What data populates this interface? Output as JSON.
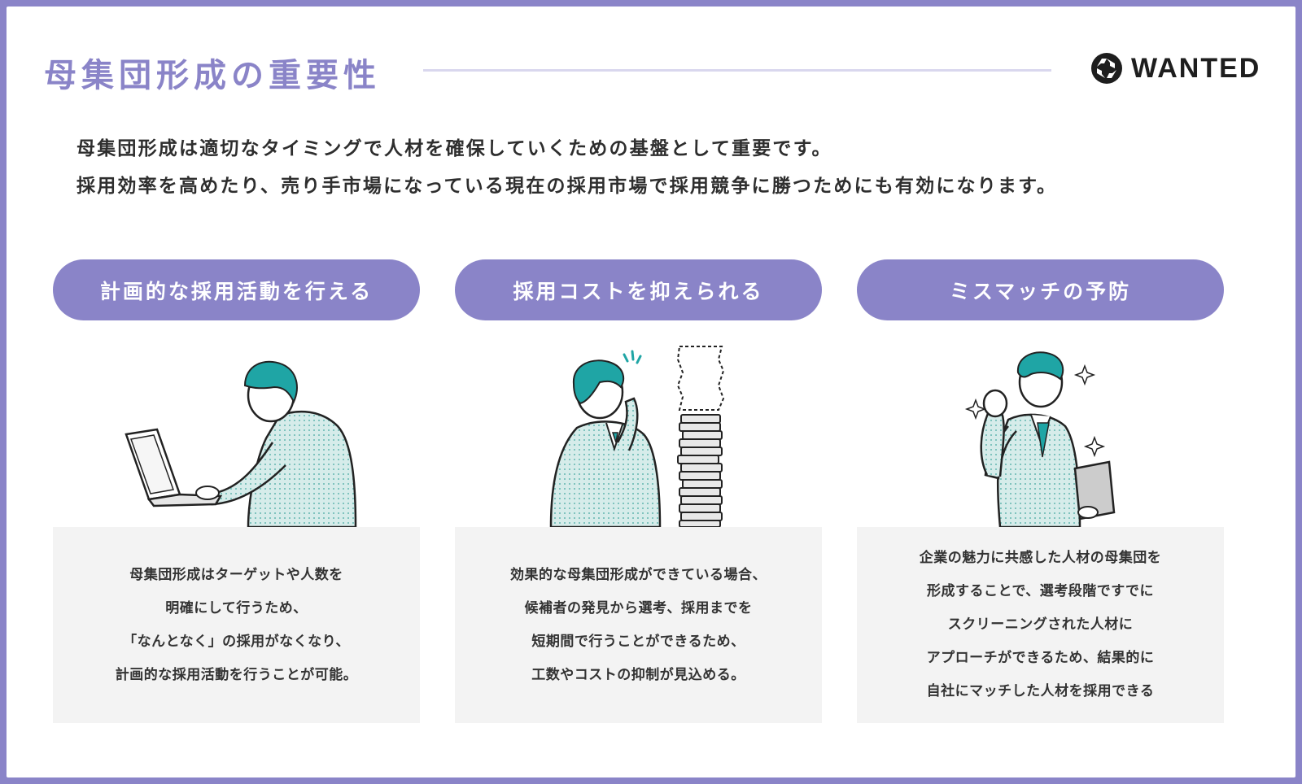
{
  "header": {
    "title": "母集団形成の重要性",
    "brand": "WANTED"
  },
  "lead": {
    "line1": "母集団形成は適切なタイミングで人材を確保していくための基盤として重要です。",
    "line2": "採用効率を高めたり、売り手市場になっている現在の採用市場で採用競争に勝つためにも有効になります。"
  },
  "columns": [
    {
      "heading": "計画的な採用活動を行える",
      "body": [
        "母集団形成はターゲットや人数を",
        "明確にして行うため、",
        "「なんとなく」の採用がなくなり、",
        "計画的な採用活動を行うことが可能。"
      ],
      "illustration": "person-laptop-illustration"
    },
    {
      "heading": "採用コストを抑えられる",
      "body": [
        "効果的な母集団形成ができている場合、",
        "候補者の発見から選考、採用までを",
        "短期間で行うことができるため、",
        "工数やコストの抑制が見込める。"
      ],
      "illustration": "person-coins-illustration"
    },
    {
      "heading": "ミスマッチの予防",
      "body": [
        "企業の魅力に共感した人材の母集団を",
        "形成することで、選考段階ですでに",
        "スクリーニングされた人材に",
        "アプローチができるため、結果的に",
        "自社にマッチした人材を採用できる"
      ],
      "illustration": "person-success-illustration"
    }
  ],
  "colors": {
    "accent": "#8a84c8",
    "hair": "#1fa5a5",
    "suit": "#cfe9e6",
    "card": "#f3f3f3"
  }
}
